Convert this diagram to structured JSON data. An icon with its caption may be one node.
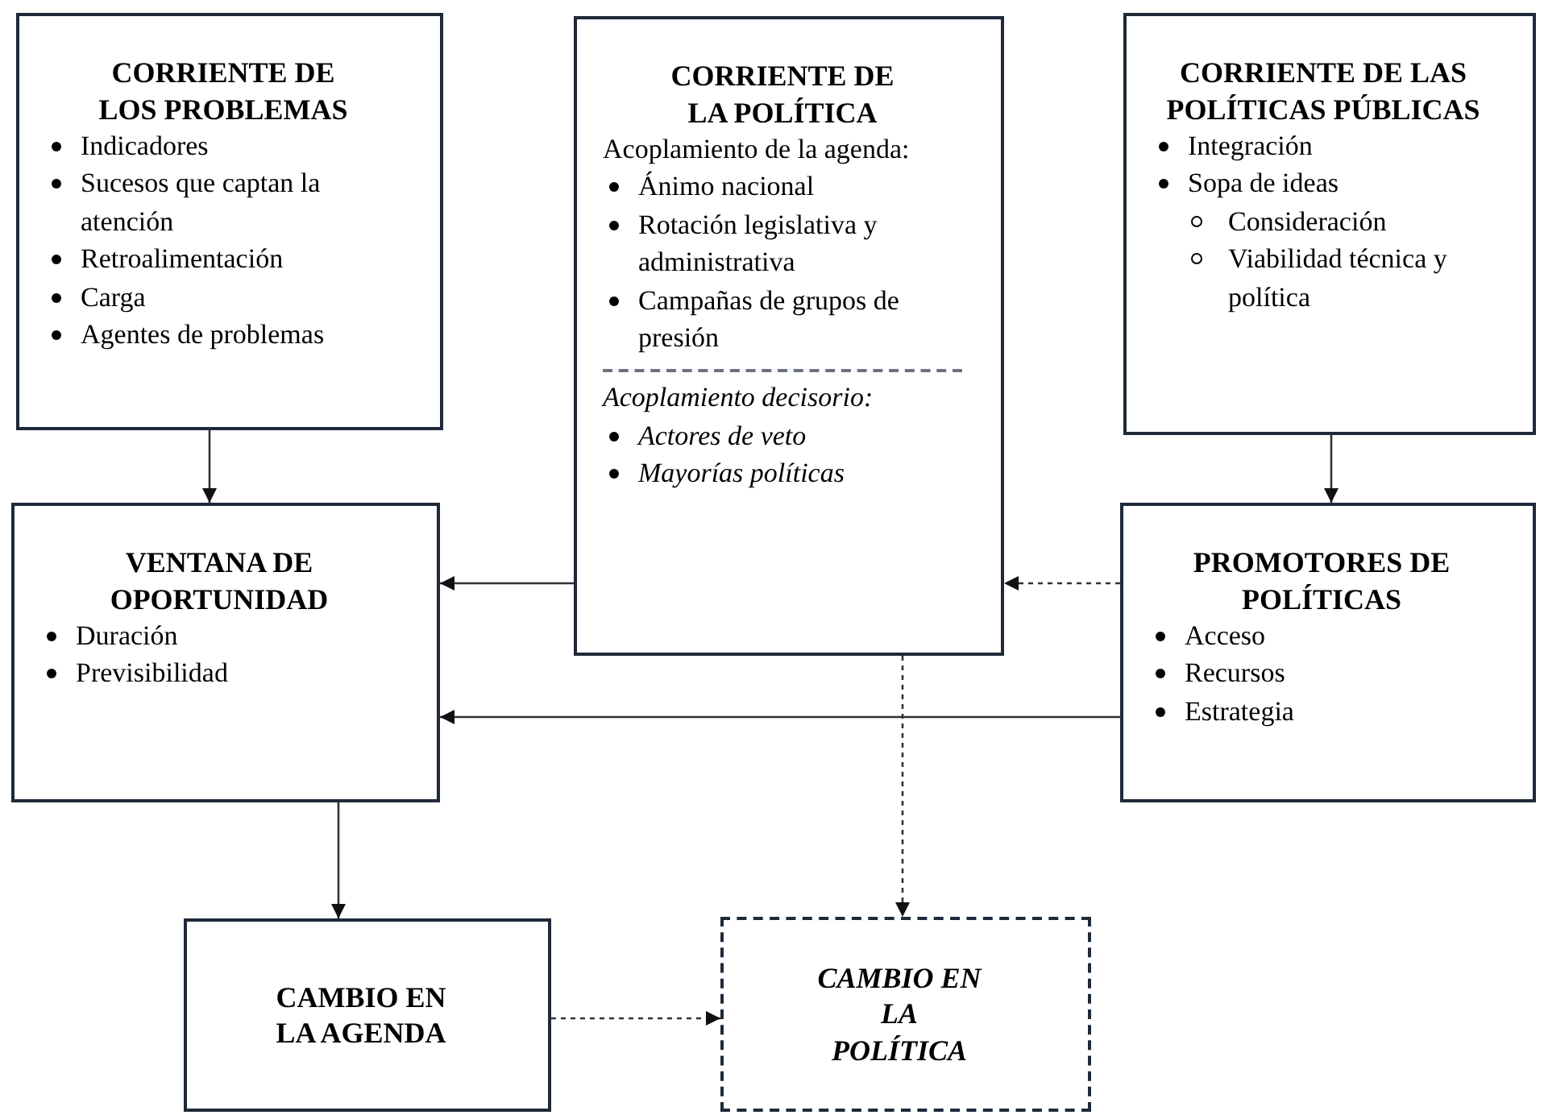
{
  "diagram": {
    "nodes": [
      {
        "text": [
          "CORRIENTE DE LOS PROBLEMAS",
          "Indicadores",
          "Sucesos que captan la atención",
          "Retroalimentación",
          "Carga",
          "Agentes de problemas"
        ]
      },
      {
        "text": [
          "CORRIENTE DE LA POLÍTICA",
          "Acoplamiento de la agenda:",
          "Ánimo nacional",
          "Rotación legislativa y administrativa",
          "Campañas de grupos de presión",
          "Acoplamiento decisorio:",
          "Actores de veto",
          "Mayorías políticas"
        ]
      },
      {
        "text": [
          "CORRIENTE DE LAS POLÍTICAS PÚBLICAS",
          "Integración",
          "Sopa de ideas",
          "Consideración",
          "Viabilidad técnica y política"
        ]
      },
      {
        "text": [
          "VENTANA DE OPORTUNIDAD",
          "Duración",
          "Previsibilidad"
        ]
      },
      {
        "text": [
          "PROMOTORES DE POLÍTICAS",
          "Acceso",
          "Recursos",
          "Estrategia"
        ]
      },
      {
        "text": [
          "CAMBIO EN LA AGENDA"
        ]
      },
      {
        "text": [
          "CAMBIO EN LA POLÍTICA"
        ]
      }
    ],
    "edges": [
      {
        "from": 0,
        "to": 3,
        "arrow": "to"
      },
      {
        "from": 2,
        "to": 4,
        "arrow": "to"
      },
      {
        "from": 1,
        "to": 3,
        "arrow": "to"
      },
      {
        "from": 4,
        "to": 1,
        "arrow": "to",
        "style": "dashed"
      },
      {
        "from": 4,
        "to": 3,
        "arrow": "to"
      },
      {
        "from": 3,
        "to": 5,
        "arrow": "to"
      },
      {
        "from": 1,
        "to": 6,
        "arrow": "to",
        "style": "dashed"
      },
      {
        "from": 5,
        "to": 6,
        "arrow": "to",
        "style": "dashed"
      }
    ]
  }
}
